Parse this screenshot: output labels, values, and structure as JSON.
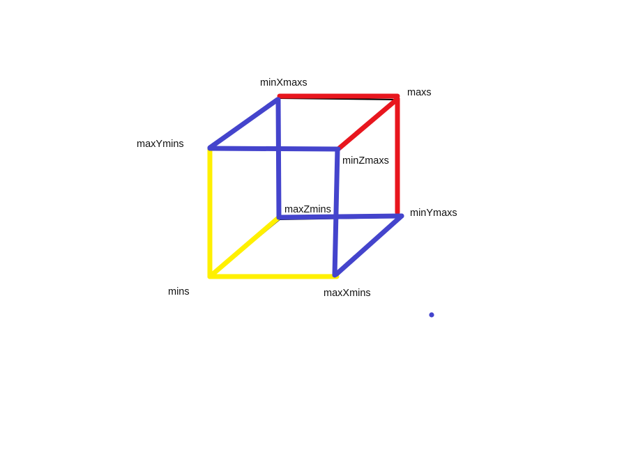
{
  "colors": {
    "blue": "#4444cc",
    "red": "#e8161e",
    "yellow": "#fff000",
    "text": "#111111",
    "background": "#ffffff"
  },
  "labels": {
    "min_x_maxs": "minXmaxs",
    "maxs": "maxs",
    "max_y_mins": "maxYmins",
    "min_z_maxs": "minZmaxs",
    "max_z_mins": "maxZmins",
    "min_y_maxs": "minYmaxs",
    "mins": "mins",
    "max_x_mins": "maxXmins"
  }
}
